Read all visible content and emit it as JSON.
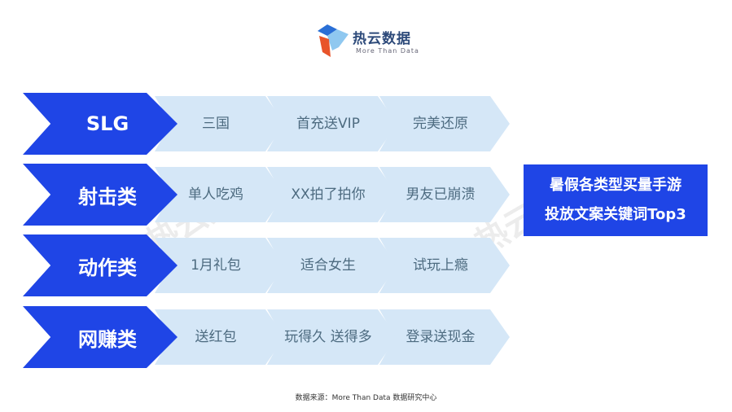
{
  "brand": {
    "name": "热云数据",
    "tagline": "More Than Data"
  },
  "rows": [
    {
      "category": "SLG",
      "keywords": [
        "三国",
        "首充送VIP",
        "完美还原"
      ]
    },
    {
      "category": "射击类",
      "keywords": [
        "单人吃鸡",
        "XX拍了拍你",
        "男友已崩溃"
      ]
    },
    {
      "category": "动作类",
      "keywords": [
        "1月礼包",
        "适合女生",
        "试玩上瘾"
      ]
    },
    {
      "category": "网赚类",
      "keywords": [
        "送红包",
        "玩得久 送得多",
        "登录送现金"
      ]
    }
  ],
  "title_box": {
    "line1": "暑假各类型买量手游",
    "line2": "投放文案关键词Top3"
  },
  "footer": "数据来源：More Than Data 数据研究中心",
  "colors": {
    "primary": "#1f45e6",
    "light": "#d5e7f7"
  }
}
